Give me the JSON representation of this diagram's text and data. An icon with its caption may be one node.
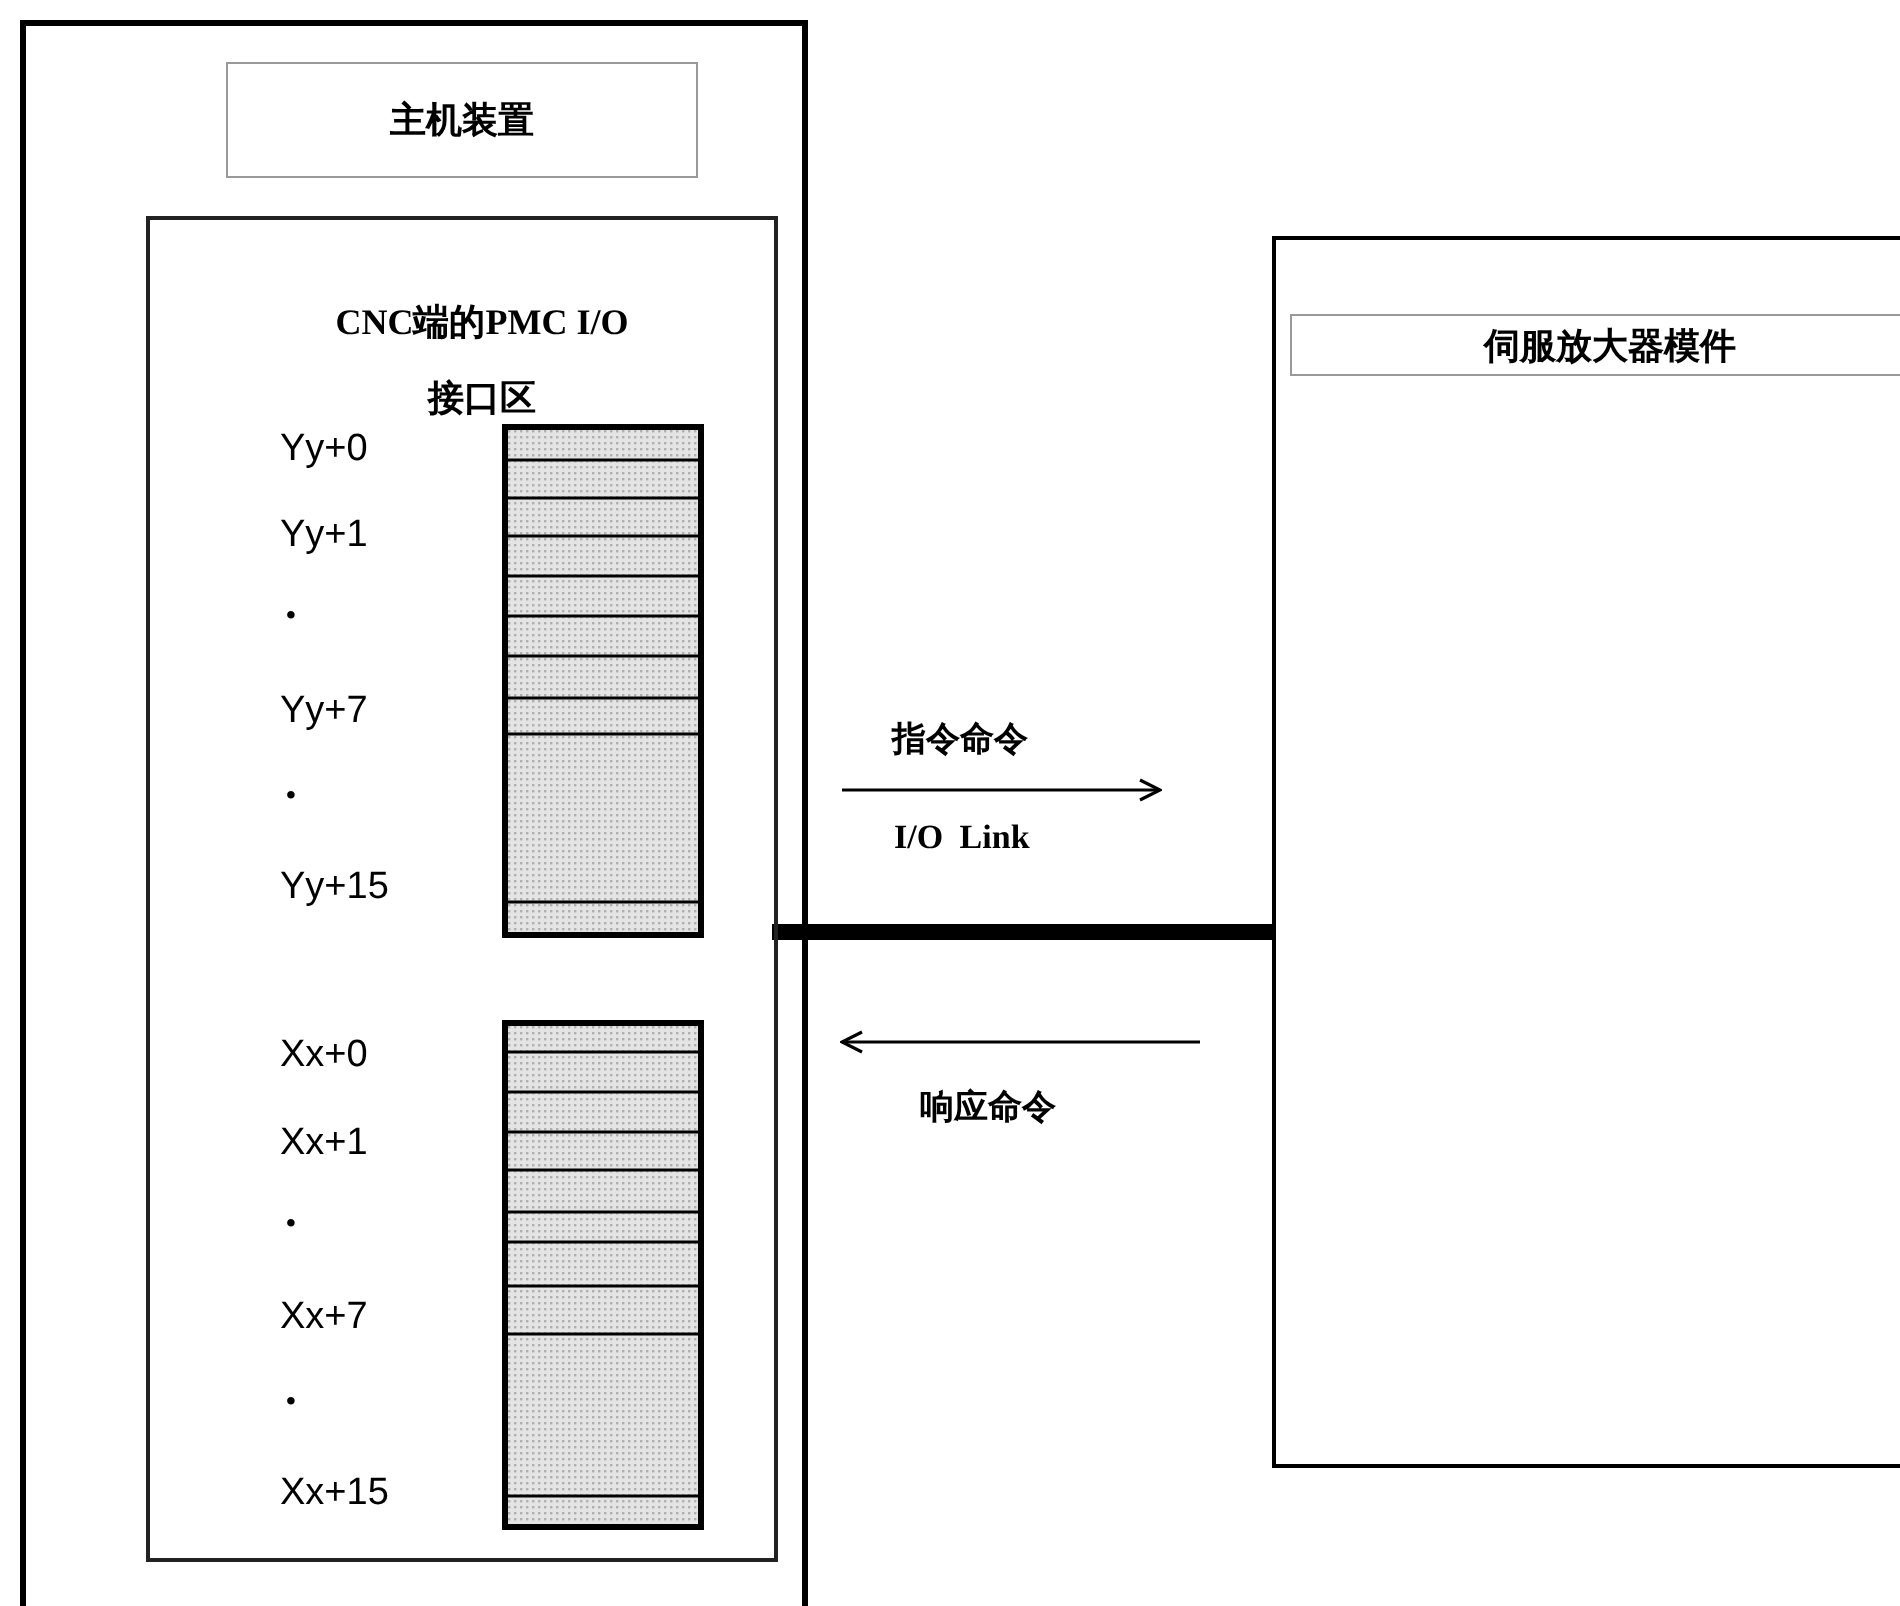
{
  "diagram": {
    "nodes": [
      {
        "text": [],
        "shape": "box"
      },
      {
        "text": [
          "主机装置"
        ],
        "in": 0
      },
      {
        "text": [
          "CNC端的PMC I/O 接口区"
        ],
        "in": 0
      },
      {
        "text": [],
        "shape": "box",
        "in": 2
      },
      {
        "text": [],
        "shape": "box",
        "in": 2
      },
      {
        "text": [],
        "shape": "box"
      },
      {
        "text": [
          "伺服放大器模件"
        ],
        "in": 5
      }
    ],
    "edges": [
      {
        "from": 2,
        "to": 5,
        "arrow": "none",
        "label": "I/O Link"
      }
    ],
    "labels": [
      "Yy+0",
      "Yy+1",
      "•",
      "Yy+7",
      "•",
      "Yy+15",
      "Xx+0",
      "Xx+1",
      "•",
      "Xx+7",
      "•",
      "Xx+15",
      "指令命令",
      "响应命令"
    ]
  }
}
